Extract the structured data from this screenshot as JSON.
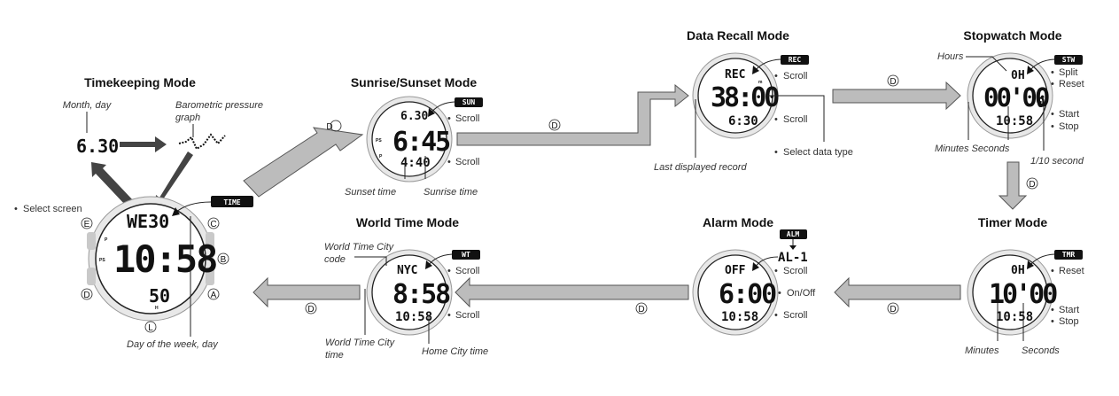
{
  "modes": {
    "timekeeping": {
      "title": "Timekeeping Mode",
      "badge": "TIME",
      "notes": {
        "month_day": "Month, day",
        "baro_graph": "Barometric pressure graph",
        "select_screen": "Select screen",
        "day_of_week": "Day of the week, day"
      },
      "display": {
        "top": "WE30",
        "main": "10:58",
        "sub": "50",
        "date_small": "6.30"
      },
      "buttons": {
        "e": "E",
        "c": "C",
        "b": "B",
        "d": "D",
        "a": "A",
        "l": "L"
      }
    },
    "sunrise_sunset": {
      "title": "Sunrise/Sunset Mode",
      "badge": "SUN",
      "display": {
        "top": "6.30",
        "main": "6:45",
        "sub": "4:40"
      },
      "labels": {
        "scroll_top": "Scroll",
        "scroll_bottom": "Scroll"
      },
      "notes": {
        "sunset": "Sunset time",
        "sunrise": "Sunrise time"
      }
    },
    "data_recall": {
      "title": "Data Recall Mode",
      "badge": "REC",
      "display": {
        "top": "REC",
        "main": "38:00",
        "sub": "6:30"
      },
      "labels": {
        "scroll_top": "Scroll",
        "scroll_bottom": "Scroll",
        "select_data": "Select data type"
      },
      "notes": {
        "last_record": "Last displayed record"
      }
    },
    "stopwatch": {
      "title": "Stopwatch Mode",
      "badge": "STW",
      "display": {
        "top": "0H",
        "main": "00'00",
        "tenth": "0",
        "sub": "10:58"
      },
      "labels": {
        "split": "Split",
        "reset": "Reset",
        "start": "Start",
        "stop": "Stop"
      },
      "notes": {
        "hours": "Hours",
        "min_sec": "Minutes Seconds",
        "tenth": "1/10 second"
      }
    },
    "timer": {
      "title": "Timer Mode",
      "badge": "TMR",
      "display": {
        "top": "0H",
        "main": "10'00",
        "sub": "10:58"
      },
      "labels": {
        "reset": "Reset",
        "start": "Start",
        "stop": "Stop"
      },
      "notes": {
        "minutes": "Minutes",
        "seconds": "Seconds"
      }
    },
    "alarm": {
      "title": "Alarm Mode",
      "badge": "ALM",
      "alarm_id": "AL-1",
      "display": {
        "top": "OFF",
        "main": "6:00",
        "sub": "10:58"
      },
      "labels": {
        "scroll_top": "Scroll",
        "onoff": "On/Off",
        "scroll_bottom": "Scroll"
      }
    },
    "world_time": {
      "title": "World Time Mode",
      "badge": "WT",
      "display": {
        "top": "NYC",
        "main": "8:58",
        "sub": "10:58"
      },
      "labels": {
        "scroll_top": "Scroll",
        "scroll_bottom": "Scroll"
      },
      "notes": {
        "city_code": "World Time City code",
        "city_time": "World Time City time",
        "home_time": "Home City time"
      }
    }
  },
  "arrow_button_label": "D",
  "indicators": {
    "p": "P",
    "ps": "PS",
    "h": "H",
    "m": "m"
  }
}
